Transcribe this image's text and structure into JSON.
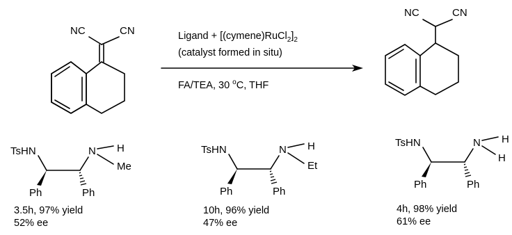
{
  "reaction": {
    "condition_line1": "Ligand + [(cymene)RuCl",
    "condition_line1_sub1": "2",
    "condition_line1_close": "]",
    "condition_line1_sub2": "2",
    "condition_line2": "(catalyst formed in situ)",
    "condition_line3_pre": "FA/TEA, 30 ",
    "condition_line3_sup": "o",
    "condition_line3_post": "C, THF"
  },
  "reactant": {
    "group_left": "NC",
    "group_right": "CN"
  },
  "product": {
    "group_left": "NC",
    "group_right": "CN"
  },
  "ligands": [
    {
      "nh_label": "TsHN",
      "n_label": "N",
      "h_label": "H",
      "sub_label": "Me",
      "ph_left": "Ph",
      "ph_right": "Ph",
      "time_yield": "3.5h, 97% yield",
      "ee": "52% ee"
    },
    {
      "nh_label": "TsHN",
      "n_label": "N",
      "h_label": "H",
      "sub_label": "Et",
      "ph_left": "Ph",
      "ph_right": "Ph",
      "time_yield": "10h, 96% yield",
      "ee": "47% ee"
    },
    {
      "nh_label": "TsHN",
      "n_label": "N",
      "h_label": "H",
      "sub_label": "H",
      "ph_left": "Ph",
      "ph_right": "Ph",
      "time_yield": "4h, 98% yield",
      "ee": "61% ee"
    }
  ]
}
